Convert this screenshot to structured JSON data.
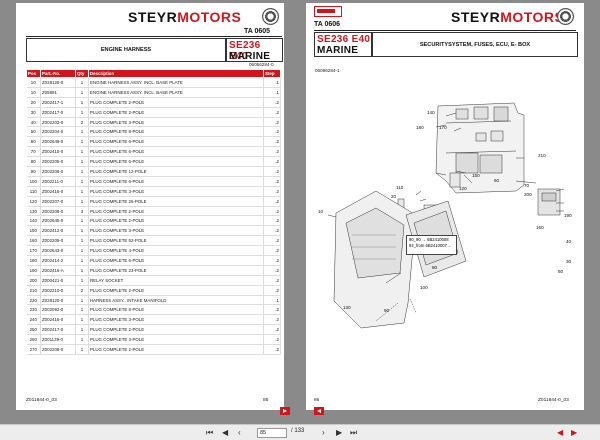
{
  "left_page": {
    "brand": {
      "prefix": "STEYR",
      "suffix": "MOTORS"
    },
    "section_code": "TA 0605",
    "title": "ENGINE HARNESS",
    "engine": {
      "model": "SE236 E40",
      "line": "MARINE"
    },
    "doc_number": "06056284-0",
    "table_headers": {
      "pos": "Pos",
      "part_no": "Part.-No.",
      "qty": "Qty",
      "description": "Description",
      "step": "Step"
    },
    "rows": [
      {
        "pos": "10",
        "part_no": "Z028128-0",
        "qty": "1",
        "description": "ENGINE HARNESS ASSY. INCL. BASE PLATE",
        "step": ".1"
      },
      {
        "pos": "10",
        "part_no": "Z05891",
        "qty": "1",
        "description": "ENGINE HARNESS ASSY. INCL. BASE PLATE",
        "step": ".1"
      },
      {
        "pos": "20",
        "part_no": "Z002417-1",
        "qty": "1",
        "description": "PLUG COMPLETE 2-POLE",
        "step": ".2"
      },
      {
        "pos": "30",
        "part_no": "Z002417-0",
        "qty": "1",
        "description": "PLUG COMPLETE 2-POLE",
        "step": ".2"
      },
      {
        "pos": "40",
        "part_no": "Z002203-0",
        "qty": "2",
        "description": "PLUG COMPLETE 3-POLE",
        "step": ".2"
      },
      {
        "pos": "50",
        "part_no": "Z002204-0",
        "qty": "1",
        "description": "PLUG COMPLETE 8-POLE",
        "step": ".2"
      },
      {
        "pos": "60",
        "part_no": "Z002649-0",
        "qty": "1",
        "description": "PLUG COMPLETE 6-POLE",
        "step": ".2"
      },
      {
        "pos": "70",
        "part_no": "Z002415-0",
        "qty": "1",
        "description": "PLUG COMPLETE 6-POLE",
        "step": ".2"
      },
      {
        "pos": "80",
        "part_no": "Z002205-0",
        "qty": "1",
        "description": "PLUG COMPLETE 6-POLE",
        "step": ".2"
      },
      {
        "pos": "90",
        "part_no": "Z002206-0",
        "qty": "1",
        "description": "PLUG COMPLETE 12-POLE",
        "step": ".2"
      },
      {
        "pos": "100",
        "part_no": "Z002211-0",
        "qty": "1",
        "description": "PLUG COMPLETE 6-POLE",
        "step": ".2"
      },
      {
        "pos": "110",
        "part_no": "Z002416-0",
        "qty": "1",
        "description": "PLUG COMPLETE 3-POLE",
        "step": ".2"
      },
      {
        "pos": "120",
        "part_no": "Z002207-0",
        "qty": "1",
        "description": "PLUG COMPLETE 26-POLE",
        "step": ".2"
      },
      {
        "pos": "130",
        "part_no": "Z002208-0",
        "qty": "3",
        "description": "PLUG COMPLETE 2-POLE",
        "step": ".2"
      },
      {
        "pos": "140",
        "part_no": "Z002645-0",
        "qty": "1",
        "description": "PLUG COMPLETE 2-POLE",
        "step": ".2"
      },
      {
        "pos": "150",
        "part_no": "Z002412-0",
        "qty": "1",
        "description": "PLUG COMPLETE 3-POLE",
        "step": ".2"
      },
      {
        "pos": "160",
        "part_no": "Z002209-0",
        "qty": "1",
        "description": "PLUG COMPLETE 52-POLE",
        "step": ".2"
      },
      {
        "pos": "170",
        "part_no": "Z002643-0",
        "qty": "1",
        "description": "PLUG COMPLETE 4-POLE",
        "step": ".2"
      },
      {
        "pos": "180",
        "part_no": "Z002414-2",
        "qty": "1",
        "description": "PLUG COMPLETE 6-POLE",
        "step": ".2"
      },
      {
        "pos": "190",
        "part_no": "Z002416-A",
        "qty": "1",
        "description": "PLUG COMPLETE 23-POLE",
        "step": ".2"
      },
      {
        "pos": "200",
        "part_no": "Z000421-0",
        "qty": "1",
        "description": "RELAY SOCKET",
        "step": ".2"
      },
      {
        "pos": "210",
        "part_no": "Z002210-0",
        "qty": "2",
        "description": "PLUG COMPLETE 2-POLE",
        "step": ".2"
      },
      {
        "pos": "220",
        "part_no": "Z028120-0",
        "qty": "1",
        "description": "HARNESS ASSY., INTAKE MANIFOLD",
        "step": ".1"
      },
      {
        "pos": "230",
        "part_no": "Z002092-0",
        "qty": "1",
        "description": "PLUG COMPLETE 8-POLE",
        "step": ".2"
      },
      {
        "pos": "240",
        "part_no": "Z002416-0",
        "qty": "1",
        "description": "PLUG COMPLETE 3-POLE",
        "step": ".2"
      },
      {
        "pos": "250",
        "part_no": "Z002417-0",
        "qty": "1",
        "description": "PLUG COMPLETE 2-POLE",
        "step": ".2"
      },
      {
        "pos": "260",
        "part_no": "Z001139-0",
        "qty": "1",
        "description": "PLUG COMPLETE 3-POLE",
        "step": ".2"
      },
      {
        "pos": "270",
        "part_no": "Z002208-0",
        "qty": "1",
        "description": "PLUG COMPLETE 2-POLE",
        "step": ".2"
      }
    ],
    "footer_code": "Z011844-0_03",
    "page_number": "85"
  },
  "right_page": {
    "brand": {
      "prefix": "STEYR",
      "suffix": "MOTORS"
    },
    "section_code": "TA 0606",
    "engine": {
      "model": "SE236 E40",
      "line": "MARINE"
    },
    "title": "SECURITYSYSTEM, FUSES, ECU, E- BOX",
    "doc_number": "06096284-1",
    "callouts": [
      "140",
      "180",
      "170",
      "120",
      "150",
      "110",
      "20",
      "60",
      "10",
      "210",
      "70",
      "200",
      "130",
      "90",
      "100",
      "80",
      "190",
      "40",
      "160",
      "30",
      "50"
    ],
    "legend": {
      "line1": "90_90 → 6B2410008",
      "line2": "92_from 6B2410007→"
    },
    "footer_code": "Z011844-0_03",
    "page_number": "86"
  },
  "viewer": {
    "current_page": "85",
    "total_pages": "/ 133",
    "icons": [
      "first-page-icon",
      "previous-page-icon",
      "next-page-icon",
      "last-page-icon",
      "back-icon",
      "forward-icon"
    ]
  },
  "colors": {
    "accent": "#d2151c",
    "background": "#8a8a8a"
  }
}
